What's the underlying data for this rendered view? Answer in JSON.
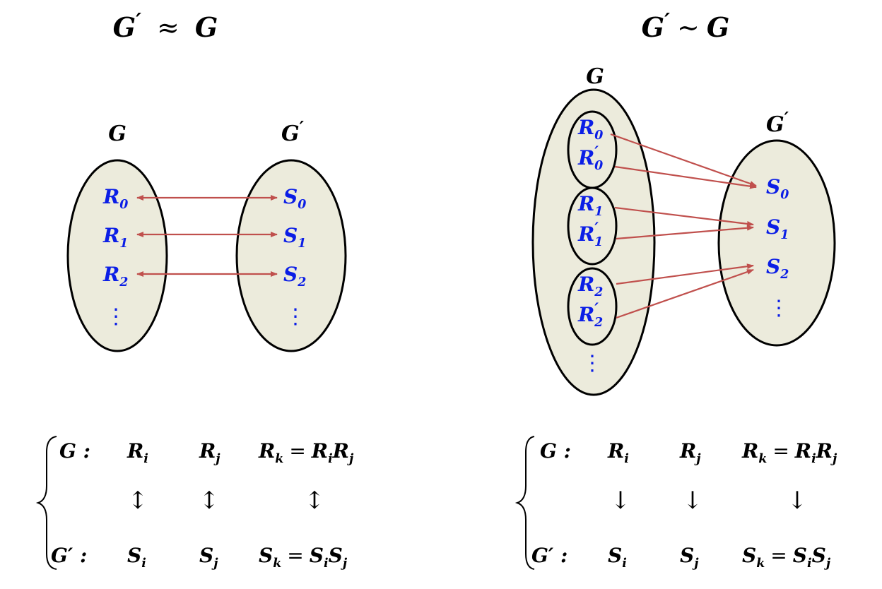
{
  "left": {
    "title": {
      "lhs": "G",
      "prime": "′",
      "rel": "≈",
      "rhs": "G"
    },
    "G_label": "G",
    "Gp_label": {
      "base": "G",
      "prime": "′"
    },
    "R_items": [
      {
        "base": "R",
        "sub": "0"
      },
      {
        "base": "R",
        "sub": "1"
      },
      {
        "base": "R",
        "sub": "2"
      }
    ],
    "S_items": [
      {
        "base": "S",
        "sub": "0"
      },
      {
        "base": "S",
        "sub": "1"
      },
      {
        "base": "S",
        "sub": "2"
      }
    ],
    "dots": "⋮",
    "table": {
      "g_row": {
        "label": "G :",
        "c1": "R",
        "c1s": "i",
        "c2": "R",
        "c2s": "j",
        "c3a": "R",
        "c3as": "k",
        "eq": "=",
        "c3b": "R",
        "c3bs": "i",
        "c3c": "R",
        "c3cs": "j"
      },
      "arrow": "↕",
      "gp_row": {
        "label": "G′ :",
        "c1": "S",
        "c1s": "i",
        "c2": "S",
        "c2s": "j",
        "c3a": "S",
        "c3as": "k",
        "eq": "=",
        "c3b": "S",
        "c3bs": "i",
        "c3c": "S",
        "c3cs": "j"
      }
    }
  },
  "right": {
    "title": {
      "lhs": "G",
      "prime": "′",
      "rel": "∼",
      "rhs": "G"
    },
    "G_label": "G",
    "Gp_label": {
      "base": "G",
      "prime": "′"
    },
    "groups": [
      {
        "a": {
          "base": "R",
          "sub": "0"
        },
        "b": {
          "base": "R",
          "prime": "′",
          "sub": "0"
        }
      },
      {
        "a": {
          "base": "R",
          "sub": "1"
        },
        "b": {
          "base": "R",
          "prime": "′",
          "sub": "1"
        }
      },
      {
        "a": {
          "base": "R",
          "sub": "2"
        },
        "b": {
          "base": "R",
          "prime": "′",
          "sub": "2"
        }
      }
    ],
    "S_items": [
      {
        "base": "S",
        "sub": "0"
      },
      {
        "base": "S",
        "sub": "1"
      },
      {
        "base": "S",
        "sub": "2"
      }
    ],
    "dots": "⋮",
    "table": {
      "g_row": {
        "label": "G :",
        "c1": "R",
        "c1s": "i",
        "c2": "R",
        "c2s": "j",
        "c3a": "R",
        "c3as": "k",
        "eq": "=",
        "c3b": "R",
        "c3bs": "i",
        "c3c": "R",
        "c3cs": "j"
      },
      "arrow": "↓",
      "gp_row": {
        "label": "G′ :",
        "c1": "S",
        "c1s": "i",
        "c2": "S",
        "c2s": "j",
        "c3a": "S",
        "c3as": "k",
        "eq": "=",
        "c3b": "S",
        "c3bs": "i",
        "c3c": "S",
        "c3cs": "j"
      }
    }
  },
  "colors": {
    "fill": "#ecebdc",
    "arrow": "#c0504d",
    "element": "#0b1ee6",
    "ink": "#000000"
  }
}
